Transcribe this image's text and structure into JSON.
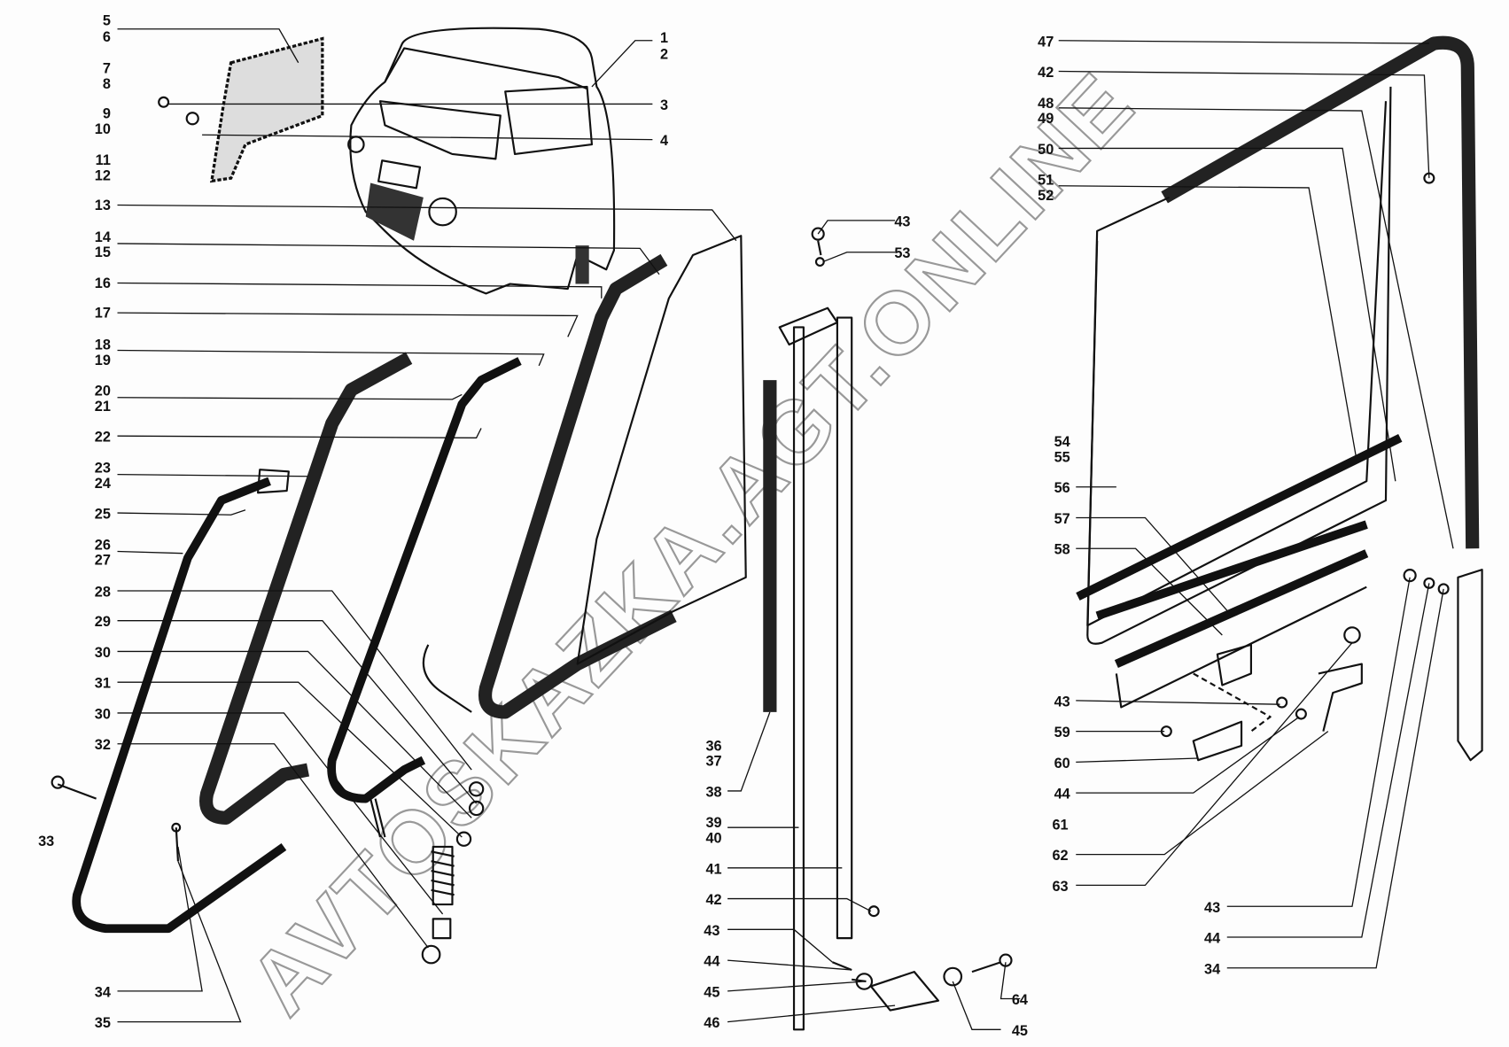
{
  "title": "Cab door window glass and frame exploded parts diagram",
  "watermark": "AVTOSKAZKA.AGT.ONLINE",
  "callouts": [
    "5",
    "6",
    "7",
    "8",
    "9",
    "10",
    "11",
    "12",
    "13",
    "14",
    "15",
    "16",
    "17",
    "18",
    "19",
    "20",
    "21",
    "22",
    "23",
    "24",
    "25",
    "26",
    "27",
    "28",
    "29",
    "30",
    "31",
    "30",
    "32",
    "33",
    "34",
    "35",
    "1",
    "2",
    "3",
    "4",
    "43",
    "53",
    "47",
    "42",
    "48",
    "49",
    "50",
    "51",
    "52",
    "54",
    "55",
    "56",
    "57",
    "58",
    "43",
    "59",
    "60",
    "44",
    "61",
    "62",
    "63",
    "36",
    "37",
    "38",
    "39",
    "40",
    "41",
    "42",
    "43",
    "44",
    "45",
    "46",
    "43",
    "44",
    "34",
    "64",
    "45"
  ]
}
